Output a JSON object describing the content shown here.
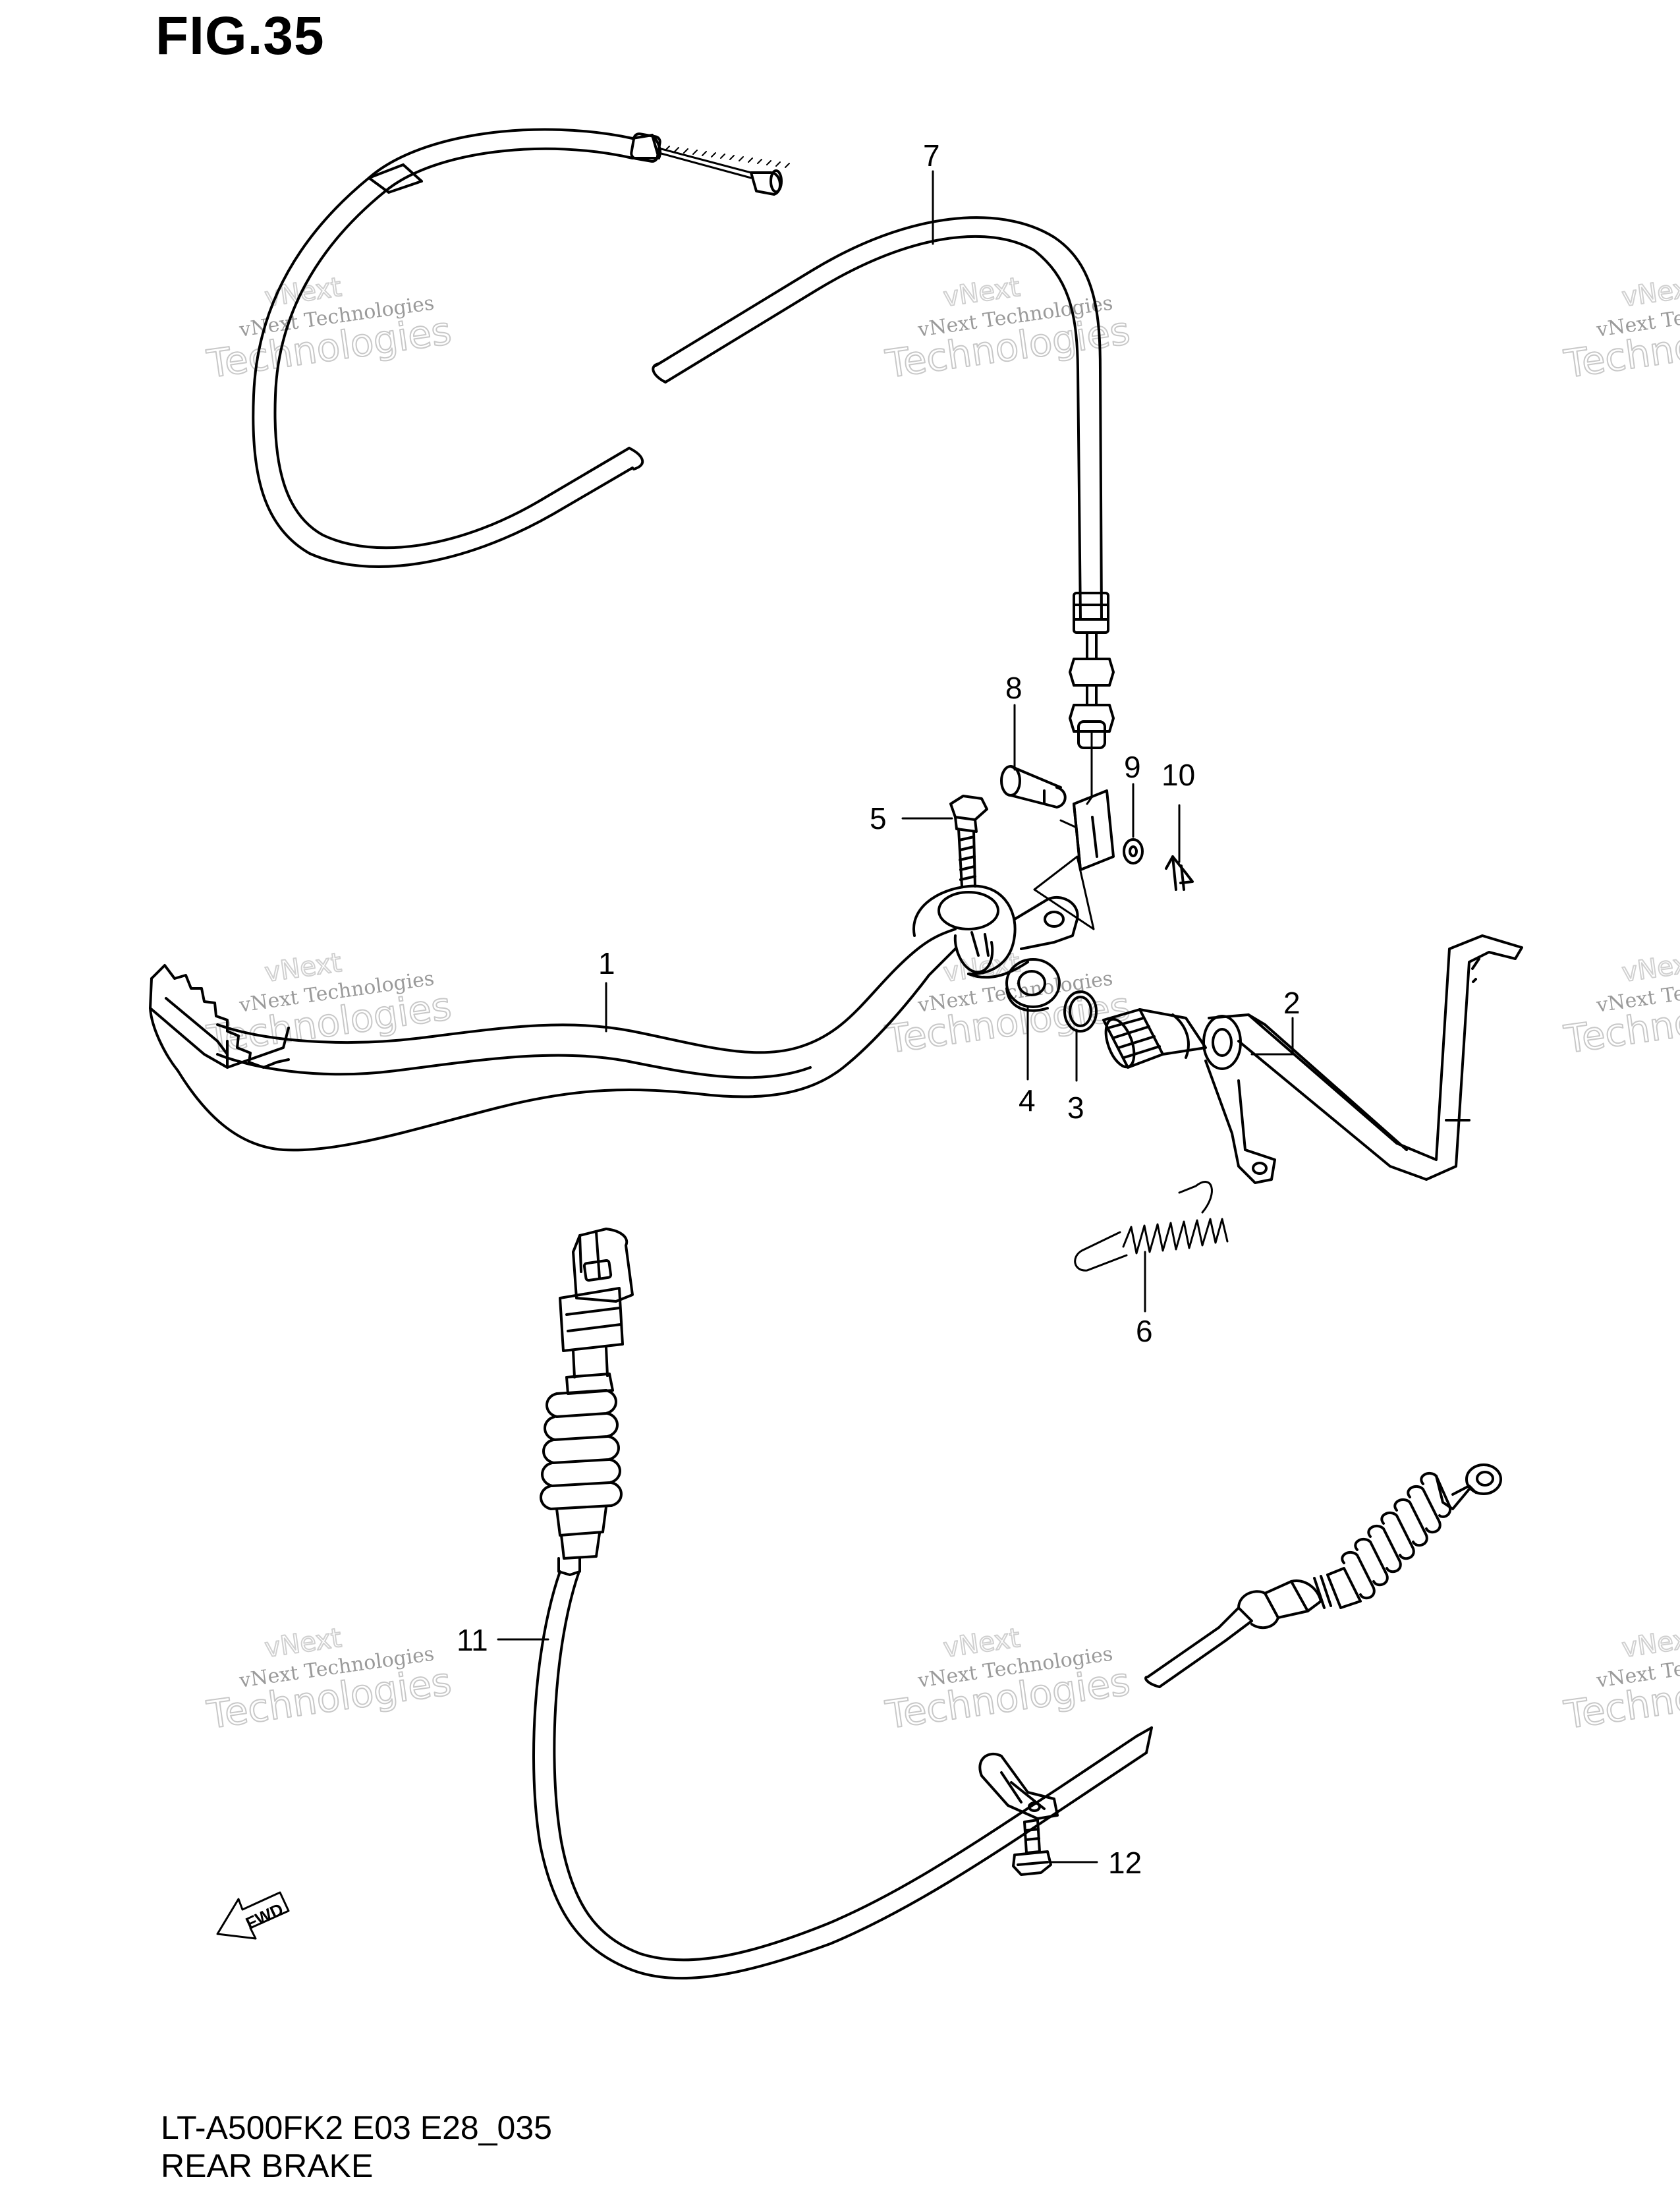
{
  "figure": {
    "title": "FIG.35",
    "model_code": "LT-A500FK2 E03 E28_035",
    "assembly_name": "REAR BRAKE"
  },
  "callouts": [
    {
      "id": "1",
      "text": "1"
    },
    {
      "id": "2",
      "text": "2"
    },
    {
      "id": "3",
      "text": "3"
    },
    {
      "id": "4",
      "text": "4"
    },
    {
      "id": "5",
      "text": "5"
    },
    {
      "id": "6",
      "text": "6"
    },
    {
      "id": "7",
      "text": "7"
    },
    {
      "id": "8",
      "text": "8"
    },
    {
      "id": "9",
      "text": "9"
    },
    {
      "id": "10",
      "text": "10"
    },
    {
      "id": "11",
      "text": "11"
    },
    {
      "id": "12",
      "text": "12"
    }
  ],
  "watermark": {
    "line1": "vNext Technologies",
    "line2": "Technologies",
    "line3": "vNext"
  },
  "direction_marker": {
    "label": "FWD",
    "icon": "fwd-arrow-icon"
  },
  "colors": {
    "line": "#000000",
    "background": "#ffffff",
    "watermark": "#c8c8c8"
  }
}
